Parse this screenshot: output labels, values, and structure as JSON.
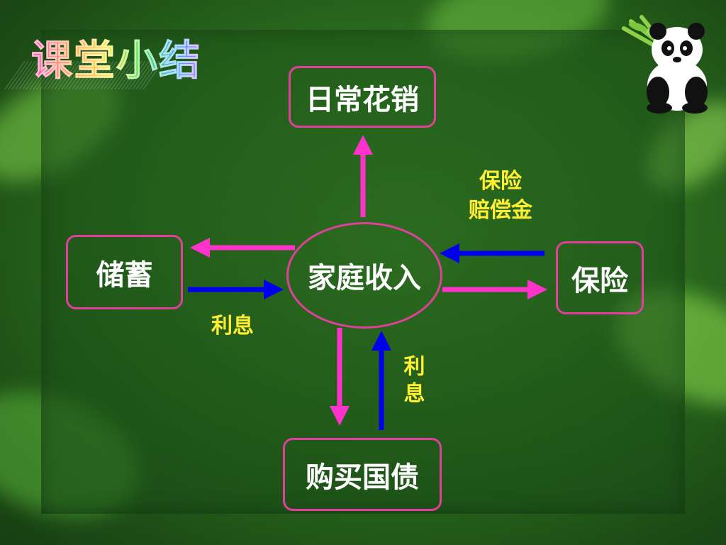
{
  "title": "课堂小结",
  "nodes": {
    "center": "家庭收入",
    "top": "日常花销",
    "left": "储蓄",
    "right": "保险",
    "bottom": "购买国债"
  },
  "labels": {
    "insurance_payout_line1": "保险",
    "insurance_payout_line2": "赔偿金",
    "savings_interest": "利息",
    "bond_interest": "利息"
  },
  "colors": {
    "outflow_arrow": "#ff33cc",
    "inflow_arrow": "#0000ee",
    "box_border": "#e0409a",
    "label_text": "#ffee33"
  }
}
